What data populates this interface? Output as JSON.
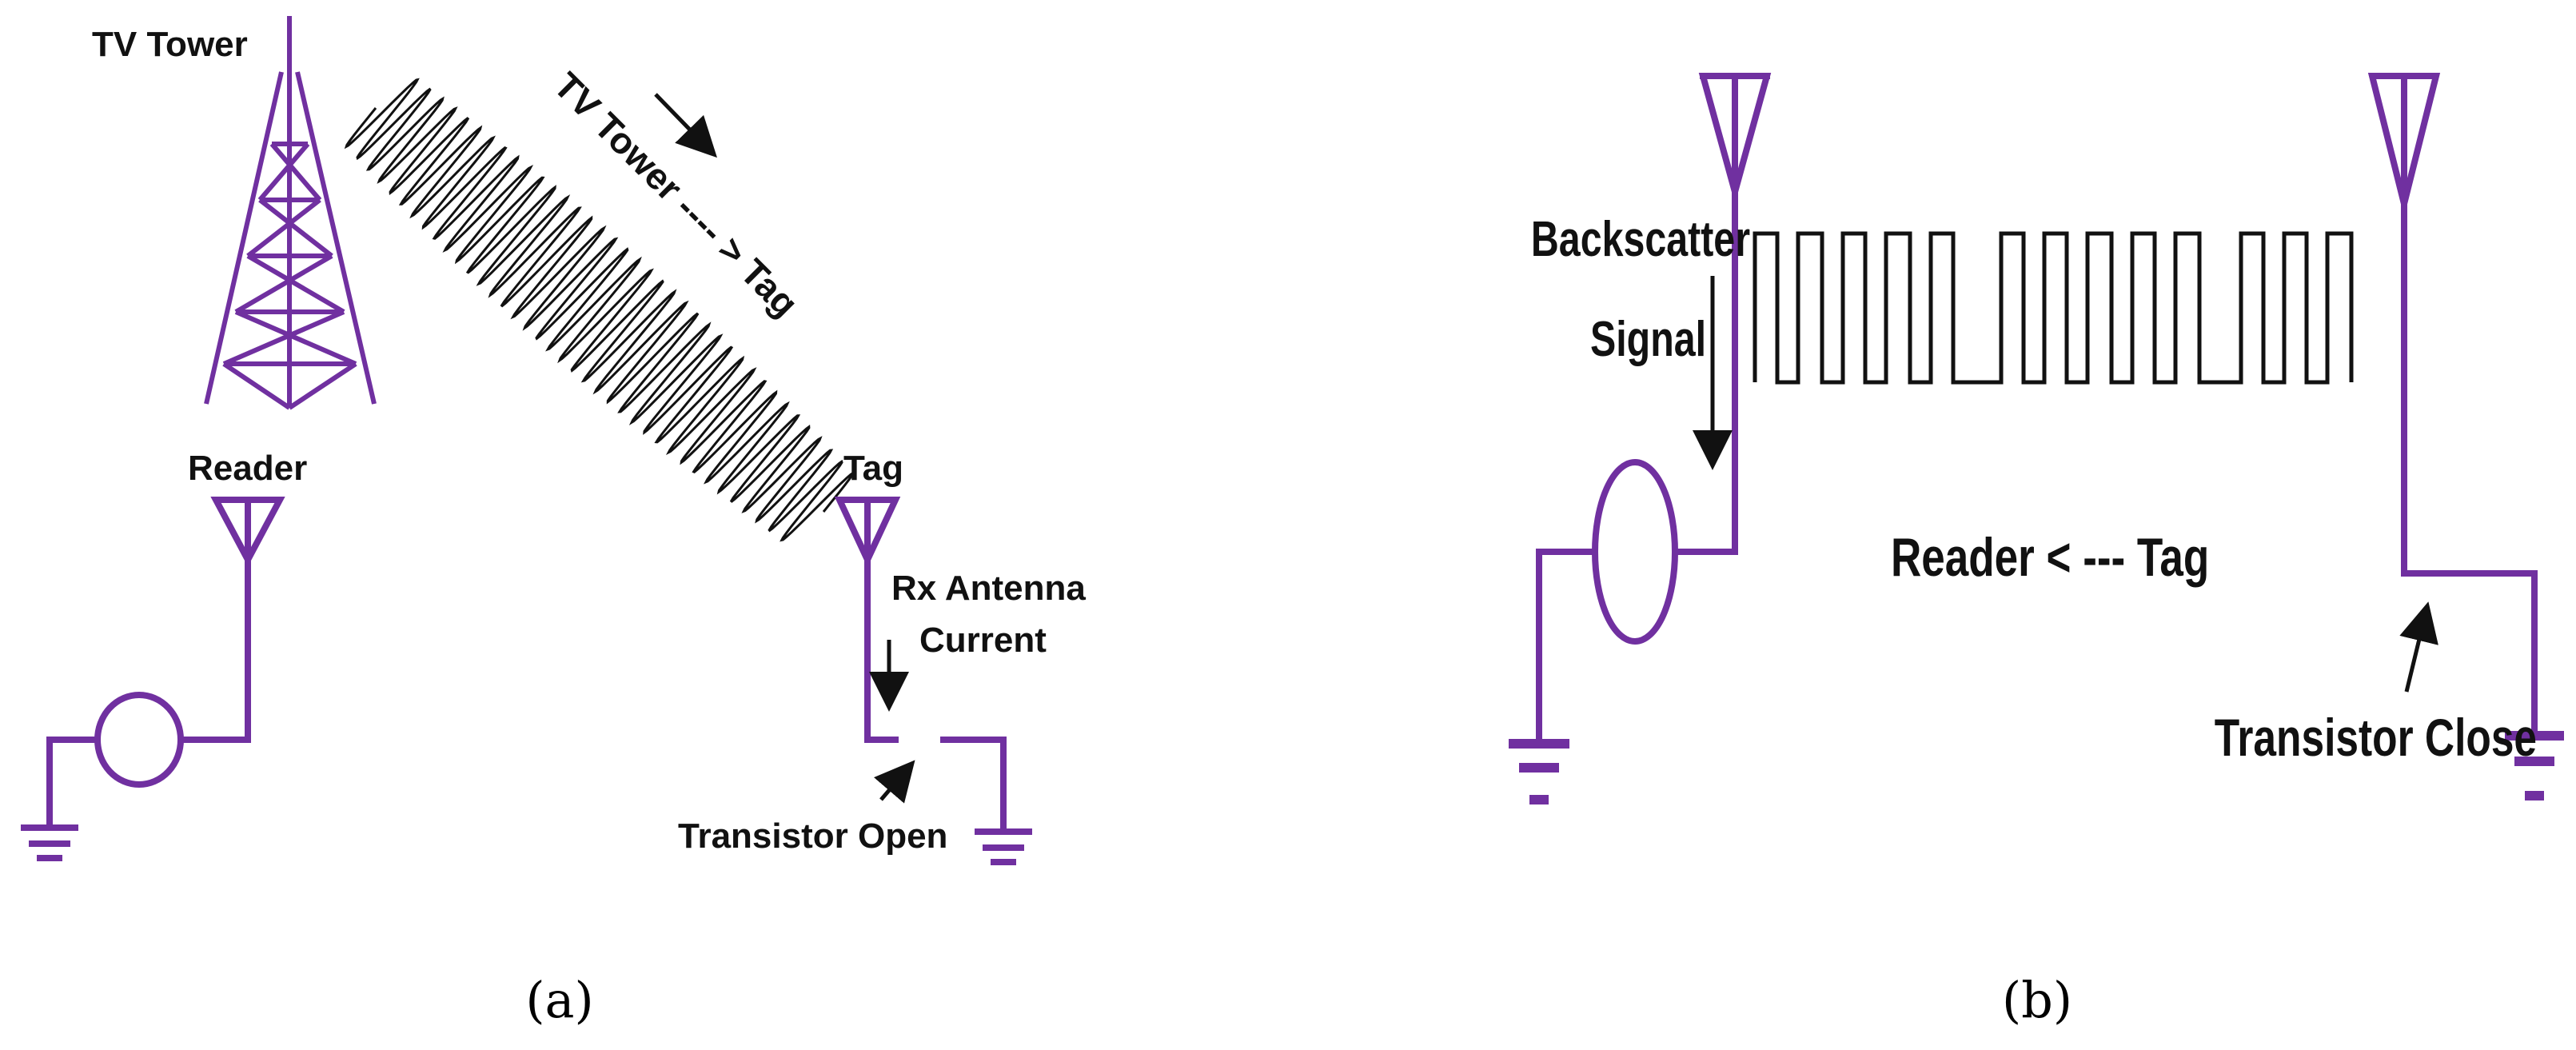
{
  "colors": {
    "circuit": "#7030a0",
    "text": "#111111",
    "background": "#ffffff"
  },
  "panel_a": {
    "tower_label": "TV Tower",
    "link_label": "TV Tower ---- > Tag",
    "reader_label": "Reader",
    "tag_label": "Tag",
    "rx_antenna_line1": "Rx Antenna",
    "rx_antenna_line2": "Current",
    "transistor_label": "Transistor Open",
    "caption": "(a)"
  },
  "panel_b": {
    "backscatter_line1": "Backscatter",
    "backscatter_line2": "Signal",
    "link_label": "Reader < --- Tag",
    "transistor_label": "Transistor Close",
    "caption": "(b)"
  }
}
